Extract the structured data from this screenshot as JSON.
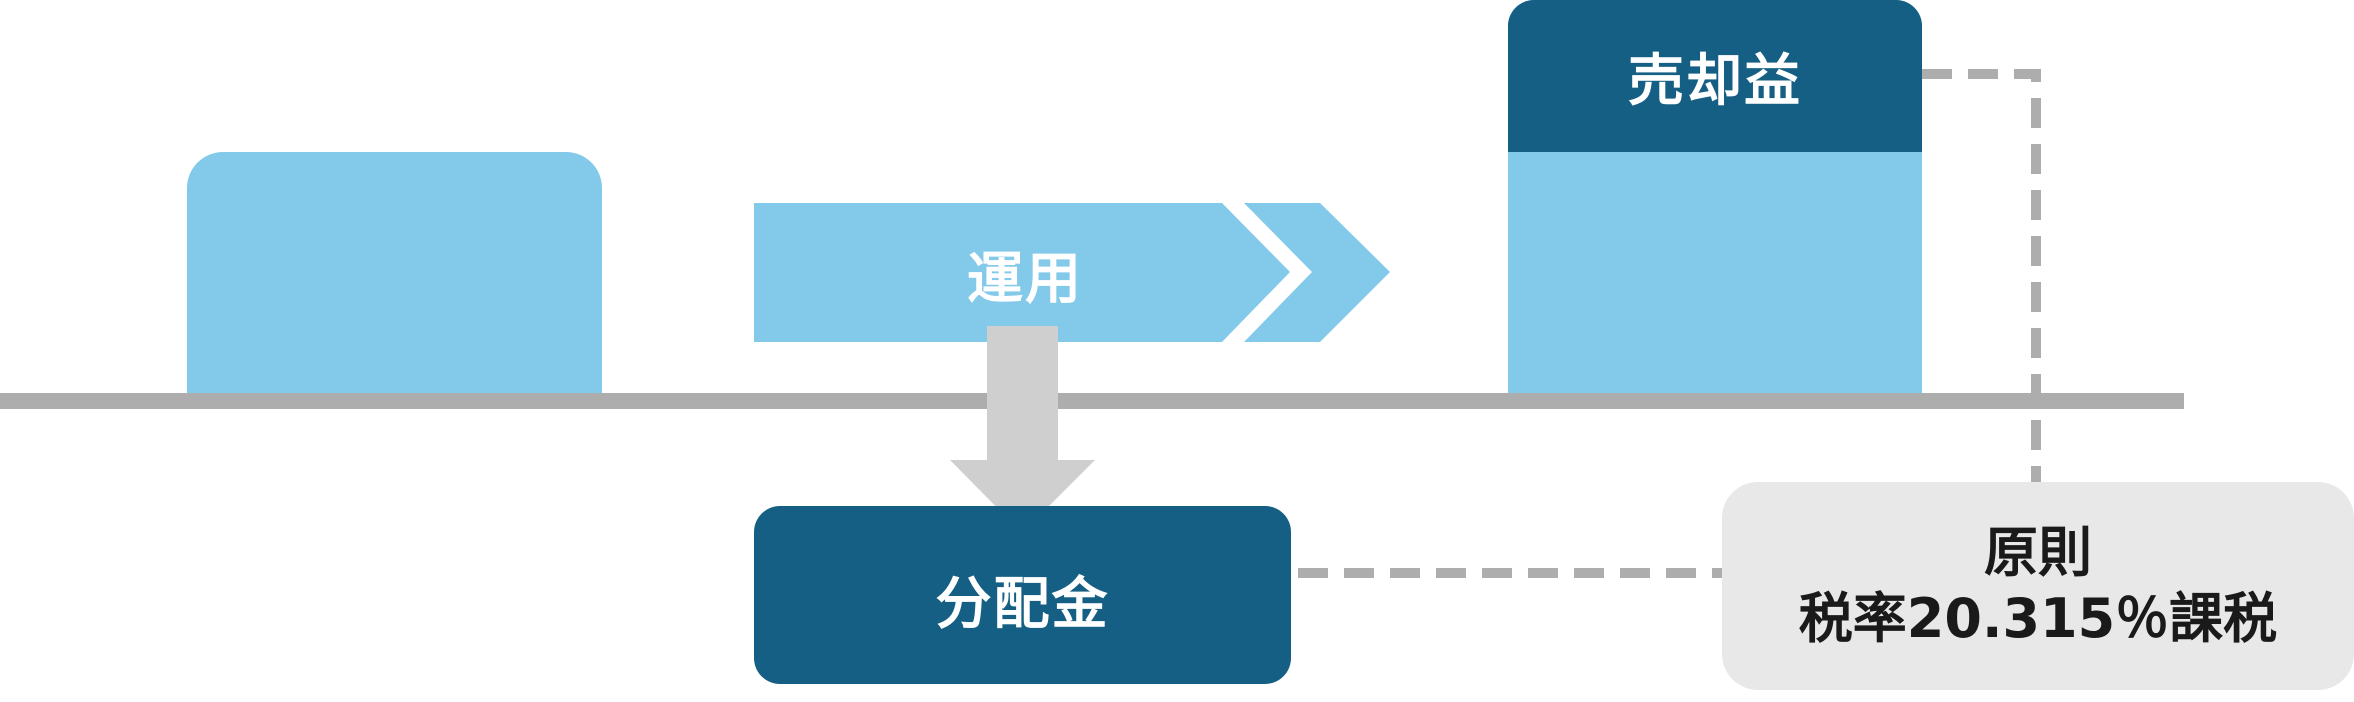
{
  "sale": {
    "gain_label": "売却益"
  },
  "operation": {
    "label": "運用"
  },
  "dividend": {
    "label": "分配金"
  },
  "tax": {
    "line1": "原則",
    "line2": "税率20.315％課税"
  },
  "colors": {
    "light_blue": "#82c9ea",
    "dark_blue": "#155f84",
    "gray_line": "#adadad",
    "gray_arrow": "#cfcfcf",
    "note_bg": "#e8e8e8"
  }
}
